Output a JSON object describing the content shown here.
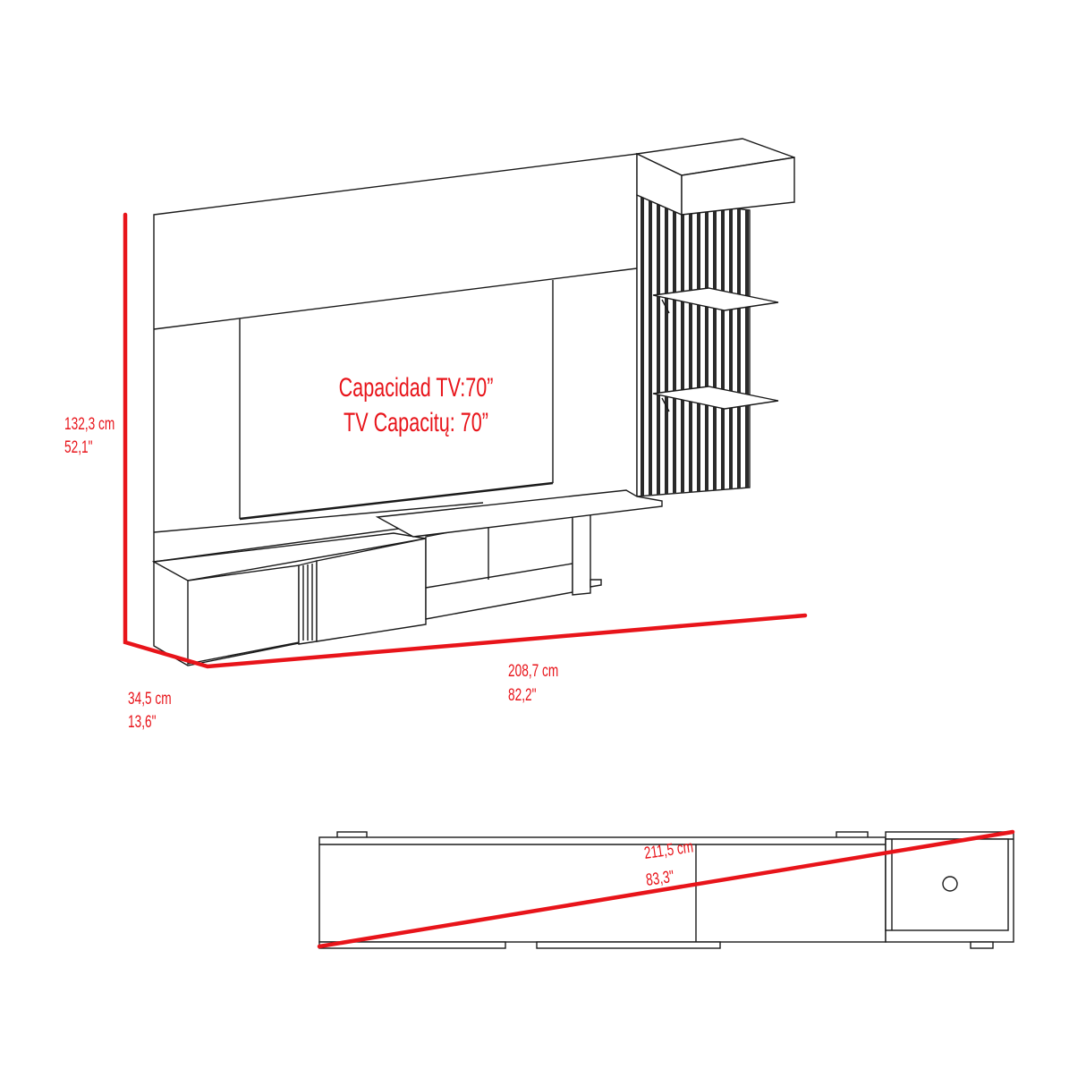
{
  "colors": {
    "dimension": "#e8141a",
    "line": "#1a1a1a",
    "background": "#ffffff"
  },
  "tv_capacity": {
    "es": "Capacidad TV:70”",
    "en": "TV Capacitų: 70”"
  },
  "dimensions": {
    "height": {
      "cm": "132,3 cm",
      "in": "52,1\""
    },
    "depth": {
      "cm": "34,5 cm",
      "in": "13,6\""
    },
    "width": {
      "cm": "208,7 cm",
      "in": "82,2\""
    },
    "top_view_diagonal": {
      "cm": "211,5 cm",
      "in": "83,3\""
    }
  }
}
